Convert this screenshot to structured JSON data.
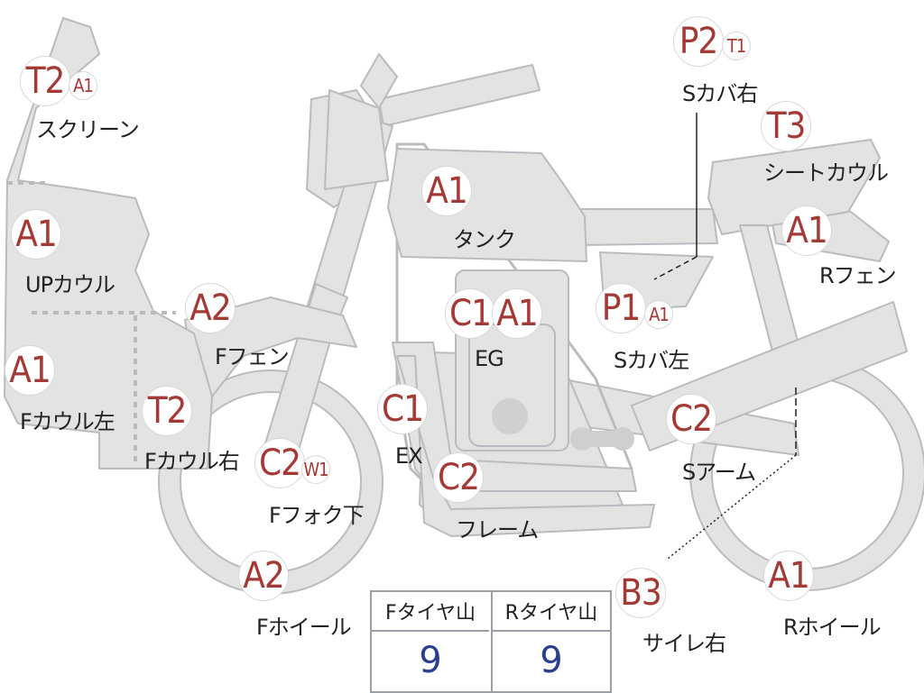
{
  "parts": [
    {
      "id": "screen",
      "name": "スクリーン",
      "codes": [
        "T2",
        "A1"
      ]
    },
    {
      "id": "upcowl",
      "name": "UPカウル",
      "codes": [
        "A1"
      ]
    },
    {
      "id": "fcowl-left",
      "name": "Fカウル左",
      "codes": [
        "A1"
      ]
    },
    {
      "id": "fcowl-right",
      "name": "Fカウル右",
      "codes": [
        "T2"
      ]
    },
    {
      "id": "ffender",
      "name": "Fフェン",
      "codes": [
        "A2"
      ]
    },
    {
      "id": "ffork",
      "name": "Fフォク下",
      "codes": [
        "C2",
        "W1"
      ]
    },
    {
      "id": "fwheel",
      "name": "Fホイール",
      "codes": [
        "A2"
      ]
    },
    {
      "id": "tank",
      "name": "タンク",
      "codes": [
        "A1"
      ]
    },
    {
      "id": "eg",
      "name": "EG",
      "codes": [
        "C1",
        "A1"
      ]
    },
    {
      "id": "ex",
      "name": "EX",
      "codes": [
        "C1"
      ]
    },
    {
      "id": "frame",
      "name": "フレーム",
      "codes": [
        "C2"
      ]
    },
    {
      "id": "scover-left",
      "name": "Sカバ左",
      "codes": [
        "P1",
        "A1"
      ]
    },
    {
      "id": "scover-right",
      "name": "Sカバ右",
      "codes": [
        "P2",
        "T1"
      ]
    },
    {
      "id": "seatcowl",
      "name": "シートカウル",
      "codes": [
        "T3"
      ]
    },
    {
      "id": "rfender",
      "name": "Rフェン",
      "codes": [
        "A1"
      ]
    },
    {
      "id": "sarm",
      "name": "Sアーム",
      "codes": [
        "C2"
      ]
    },
    {
      "id": "silencer-right",
      "name": "サイレ右",
      "codes": [
        "B3"
      ]
    },
    {
      "id": "rwheel",
      "name": "Rホイール",
      "codes": [
        "A1"
      ]
    }
  ],
  "tire_table": {
    "front_label": "Fタイヤ山",
    "rear_label": "Rタイヤ山",
    "front_value": "9",
    "rear_value": "9"
  },
  "colors": {
    "code": "#a33a35",
    "body": "#e3e3e1",
    "outline": "#9aa0a6",
    "value": "#2b3f8f"
  }
}
